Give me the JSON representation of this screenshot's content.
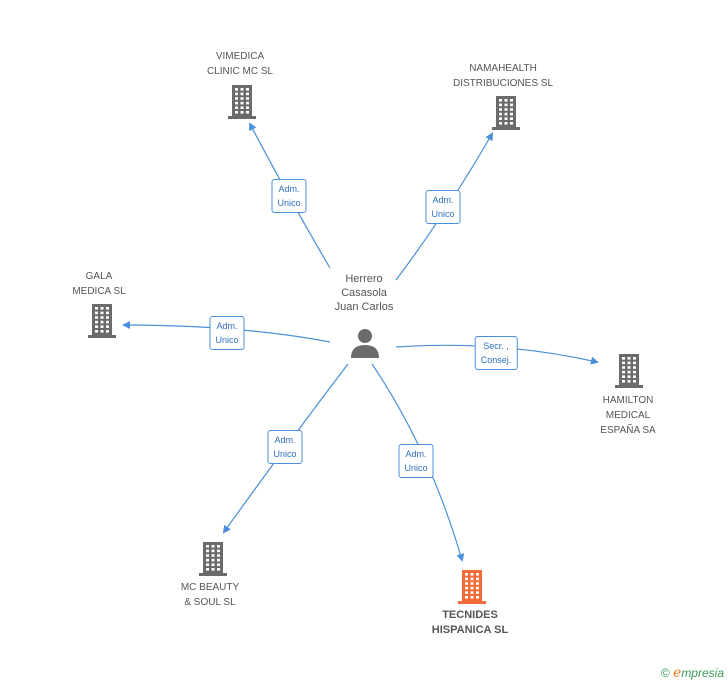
{
  "center": {
    "name": "Herrero\nCasasola\nJuan Carlos",
    "icon": "person-icon"
  },
  "companies": [
    {
      "id": "vimedica",
      "label": "VIMEDICA\nCLINIC MC SL",
      "icon": "building-icon",
      "color": "#6b6b6b"
    },
    {
      "id": "namahealth",
      "label": "NAMAHEALTH\nDISTRIBUCIONES SL",
      "icon": "building-icon",
      "color": "#6b6b6b"
    },
    {
      "id": "gala",
      "label": "GALA\nMEDICA SL",
      "icon": "building-icon",
      "color": "#6b6b6b"
    },
    {
      "id": "hamilton",
      "label": "HAMILTON\nMEDICAL\nESPAÑA SA",
      "icon": "building-icon",
      "color": "#6b6b6b"
    },
    {
      "id": "mcbeauty",
      "label": "MC BEAUTY\n& SOUL SL",
      "icon": "building-icon",
      "color": "#6b6b6b"
    },
    {
      "id": "tecnides",
      "label": "TECNIDES\nHISPANICA SL",
      "icon": "building-icon",
      "color": "#f26b38",
      "focus": true
    }
  ],
  "edges": [
    {
      "target": "vimedica",
      "label": "Adm.\nUnico"
    },
    {
      "target": "namahealth",
      "label": "Adm.\nUnico"
    },
    {
      "target": "gala",
      "label": "Adm.\nUnico"
    },
    {
      "target": "hamilton",
      "label": "Secr. ,\nConsej."
    },
    {
      "target": "mcbeauty",
      "label": "Adm.\nUnico"
    },
    {
      "target": "tecnides",
      "label": "Adm.\nUnico"
    }
  ],
  "colors": {
    "edge": "#4a8fd9",
    "node": "#6b6b6b",
    "focus": "#f26b38"
  },
  "footer": {
    "copyright": "©",
    "brand_initial": "e",
    "brand_rest": "mpresia"
  }
}
